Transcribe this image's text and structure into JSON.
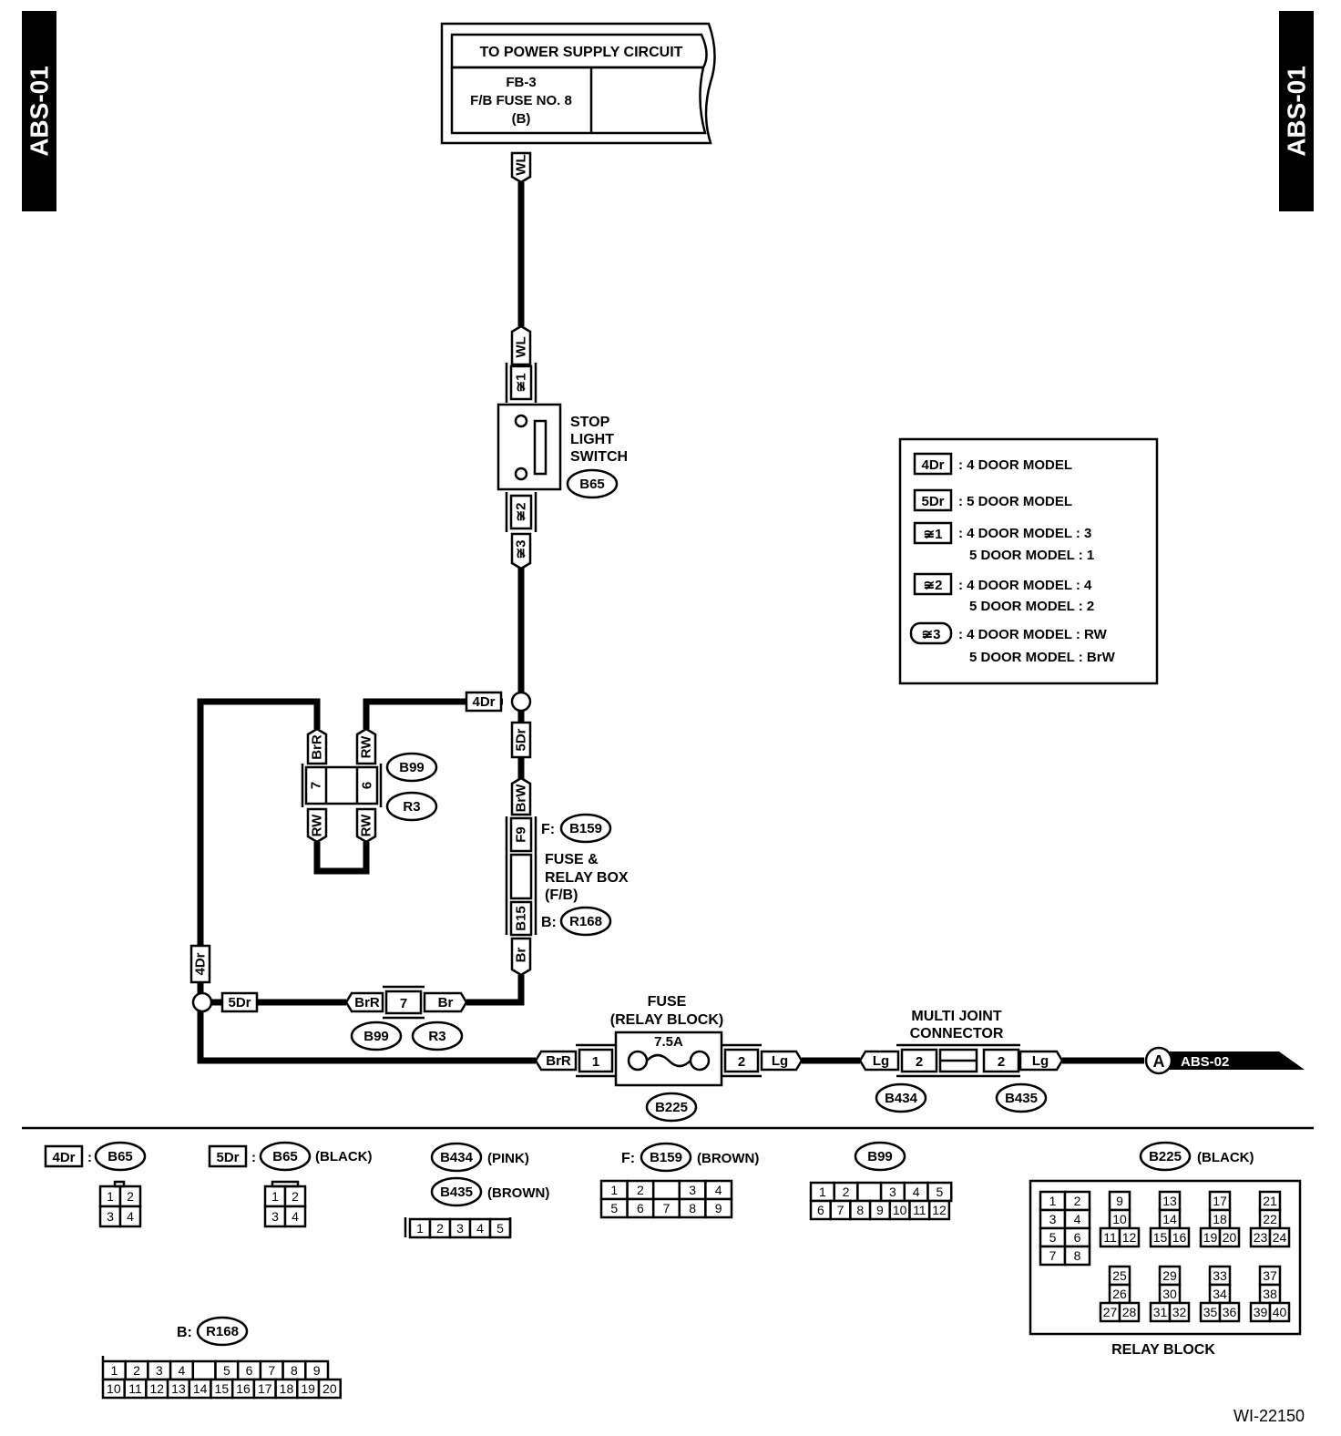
{
  "side_label_left": "ABS-01",
  "side_label_right": "ABS-01",
  "power_block": {
    "title": "TO POWER SUPPLY CIRCUIT",
    "fuse_l1": "FB-3",
    "fuse_l2": "F/B FUSE NO. 8",
    "fuse_l3": "(B)"
  },
  "wires": {
    "wl_top": "WL",
    "wl_mid": "WL",
    "star1": "≆1",
    "star2": "≆2",
    "star3": "≆3",
    "tag_4dr_top": "4Dr",
    "tag_5dr_vert": "5Dr",
    "brw": "BrW",
    "f9": "F9",
    "b15": "B15",
    "br_vert": "Br",
    "brr_vert": "BrR",
    "rw_v1": "RW",
    "pin7_v": "7",
    "pin6_v": "6",
    "rw_v2": "RW",
    "rw_v3": "RW",
    "tag_4dr_left": "4Dr",
    "tag_5dr_h": "5Dr",
    "brr_h": "BrR",
    "pin7_h": "7",
    "br_h": "Br",
    "brr_bottom": "BrR",
    "pin1": "1",
    "pin2a": "2",
    "lg1": "Lg",
    "lg2": "Lg",
    "pin2b": "2",
    "pin2c": "2",
    "lg3": "Lg"
  },
  "stop_light_switch": {
    "l1": "STOP",
    "l2": "LIGHT",
    "l3": "SWITCH",
    "conn": "B65"
  },
  "conn_b99_v": "B99",
  "conn_r3_v": "R3",
  "conn_b99_h": "B99",
  "conn_r3_h": "R3",
  "fuse_relay_box": {
    "f_prefix": "F:",
    "f_conn": "B159",
    "l1": "FUSE &",
    "l2": "RELAY BOX",
    "l3": "(F/B)",
    "b_prefix": "B:",
    "b_conn": "R168"
  },
  "fuse_block": {
    "l1": "FUSE",
    "l2": "(RELAY BLOCK)",
    "rating": "7.5A",
    "conn": "B225"
  },
  "multi_joint": {
    "l1": "MULTI JOINT",
    "l2": "CONNECTOR",
    "conn_a": "B434",
    "conn_b": "B435"
  },
  "output": {
    "letter": "A",
    "label": "ABS-02"
  },
  "legend": {
    "i1_tag": "4Dr",
    "i1_text": ": 4 DOOR MODEL",
    "i2_tag": "5Dr",
    "i2_text": ": 5 DOOR MODEL",
    "i3_tag": "≆1",
    "i3_l1": ": 4 DOOR MODEL : 3",
    "i3_l2": "5 DOOR MODEL : 1",
    "i4_tag": "≆2",
    "i4_l1": ": 4 DOOR MODEL : 4",
    "i4_l2": "5 DOOR MODEL : 2",
    "i5_tag": "≆3",
    "i5_l1": ": 4 DOOR MODEL : RW",
    "i5_l2": "5 DOOR MODEL : BrW"
  },
  "connector_views": {
    "c1_tag": "4Dr",
    "c1_colon": ":",
    "c1_conn": "B65",
    "c2_tag": "5Dr",
    "c2_colon": ":",
    "c2_conn": "B65",
    "c2_color": "(BLACK)",
    "c3_conn": "B434",
    "c3_color": "(PINK)",
    "c3b_conn": "B435",
    "c3b_color": "(BROWN)",
    "c4_prefix": "F:",
    "c4_conn": "B159",
    "c4_color": "(BROWN)",
    "c5_conn": "B99",
    "c6_conn": "B225",
    "c6_color": "(BLACK)",
    "c7_prefix": "B:",
    "c7_conn": "R168",
    "relay_block_label": "RELAY BLOCK"
  },
  "pins": {
    "b65_4dr": [
      "1",
      "2",
      "3",
      "4"
    ],
    "b65_5dr": [
      "1",
      "2",
      "3",
      "4"
    ],
    "b434": [
      "1",
      "2",
      "3",
      "4",
      "5"
    ],
    "b159_top": [
      "1",
      "2",
      "",
      "3",
      "4"
    ],
    "b159_bot": [
      "5",
      "6",
      "7",
      "8",
      "9"
    ],
    "b99_top": [
      "1",
      "2",
      "",
      "3",
      "4",
      "5"
    ],
    "b99_bot": [
      "6",
      "7",
      "8",
      "9",
      "10",
      "11",
      "12"
    ],
    "r168_top": [
      "1",
      "2",
      "3",
      "4",
      "",
      "5",
      "6",
      "7",
      "8",
      "9"
    ],
    "r168_bot": [
      "10",
      "11",
      "12",
      "13",
      "14",
      "15",
      "16",
      "17",
      "18",
      "19",
      "20"
    ],
    "b225_left": [
      "1",
      "2",
      "3",
      "4",
      "5",
      "6",
      "7",
      "8"
    ],
    "b225_g1": [
      "9",
      "10",
      "11",
      "12"
    ],
    "b225_g2": [
      "13",
      "14",
      "15",
      "16"
    ],
    "b225_g3": [
      "17",
      "18",
      "19",
      "20"
    ],
    "b225_g4": [
      "21",
      "22",
      "23",
      "24"
    ],
    "b225_g5": [
      "25",
      "26",
      "27",
      "28"
    ],
    "b225_g6": [
      "29",
      "30",
      "31",
      "32"
    ],
    "b225_g7": [
      "33",
      "34",
      "35",
      "36"
    ],
    "b225_g8": [
      "37",
      "38",
      "39",
      "40"
    ]
  },
  "figure_id": "WI-22150"
}
